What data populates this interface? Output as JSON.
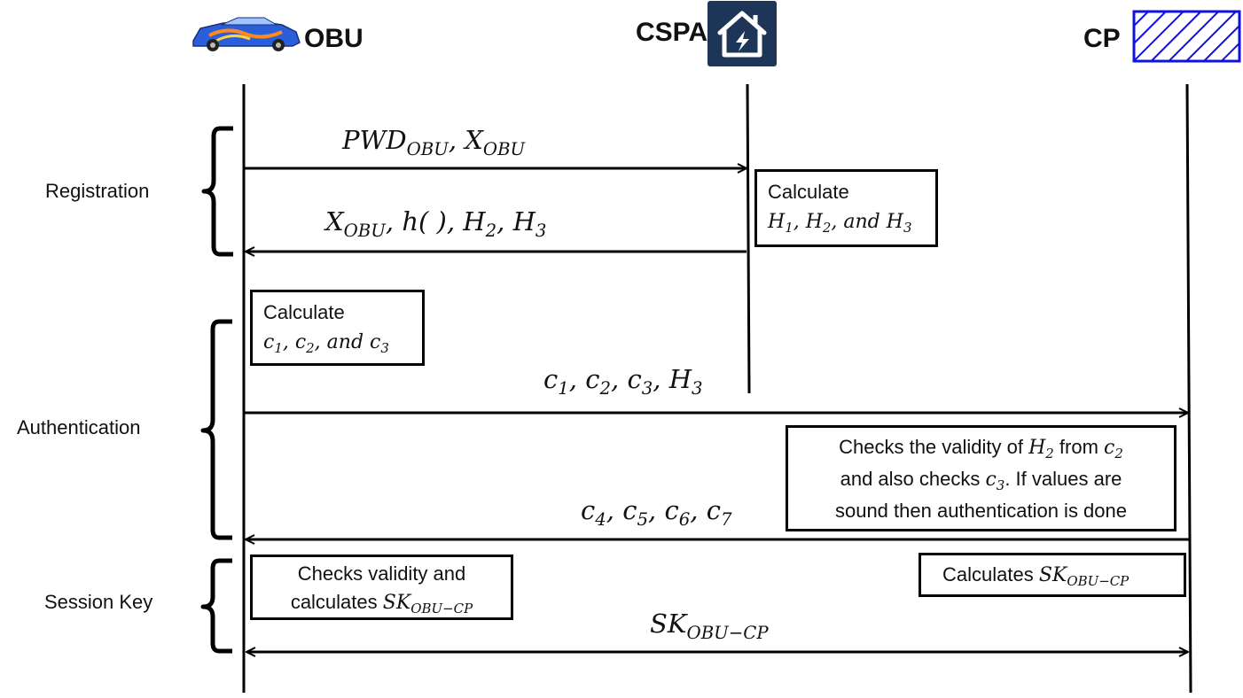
{
  "actors": {
    "obu": {
      "label": "OBU",
      "icon": "race-car-icon"
    },
    "cspa": {
      "label": "CSPA",
      "icon": "smart-home-icon"
    },
    "cp": {
      "label": "CP",
      "icon": "hatched-box-icon"
    }
  },
  "phases": {
    "registration": "Registration",
    "authentication": "Authentication",
    "session_key": "Session Key"
  },
  "messages": {
    "m1": {
      "parts": [
        [
          "PWD",
          "OBU"
        ],
        [
          ", X",
          "OBU"
        ]
      ]
    },
    "m2": {
      "parts": [
        [
          "X",
          "OBU"
        ],
        [
          ", h( ), H",
          "2"
        ],
        [
          ", H",
          "3"
        ]
      ]
    },
    "m3": {
      "parts": [
        [
          "c",
          "1"
        ],
        [
          ", c",
          "2"
        ],
        [
          ", c",
          "3"
        ],
        [
          ", H",
          "3"
        ]
      ]
    },
    "m4": {
      "parts": [
        [
          "c",
          "4"
        ],
        [
          ", c",
          "5"
        ],
        [
          ", c",
          "6"
        ],
        [
          ", c",
          "7"
        ]
      ]
    },
    "m5": {
      "parts": [
        [
          "SK",
          "OBU−CP"
        ]
      ]
    }
  },
  "notes": {
    "cspa_calc": {
      "line1": "Calculate",
      "line2": [
        [
          "H",
          "1"
        ],
        [
          ", H",
          "2"
        ],
        [
          ", and H",
          "3"
        ]
      ]
    },
    "obu_calc": {
      "line1": "Calculate",
      "line2": [
        [
          "c",
          "1"
        ],
        [
          ", c",
          "2"
        ],
        [
          ", and c",
          "3"
        ]
      ]
    },
    "cp_check": {
      "l1_text": "Checks the validity of ",
      "l1_var": [
        "H",
        "2"
      ],
      "l1_text2": " from ",
      "l1_var2": [
        "c",
        "2"
      ],
      "l2_text": "and also checks ",
      "l2_var": [
        "c",
        "3"
      ],
      "l2_text2": ". If values are",
      "l3_text": "sound then authentication is done"
    },
    "obu_sk": {
      "l1_text": "Checks validity and",
      "l2_text": "calculates ",
      "l2_var": [
        "SK",
        "OBU−CP"
      ]
    },
    "cp_sk": {
      "l1_text": "Calculates ",
      "l1_var": [
        "SK",
        "OBU−CP"
      ]
    }
  },
  "colors": {
    "line": "#000000",
    "cp_icon": "#1111dd",
    "cspa_icon_bg": "#1d3557",
    "car_body": "#2b5fd9"
  }
}
